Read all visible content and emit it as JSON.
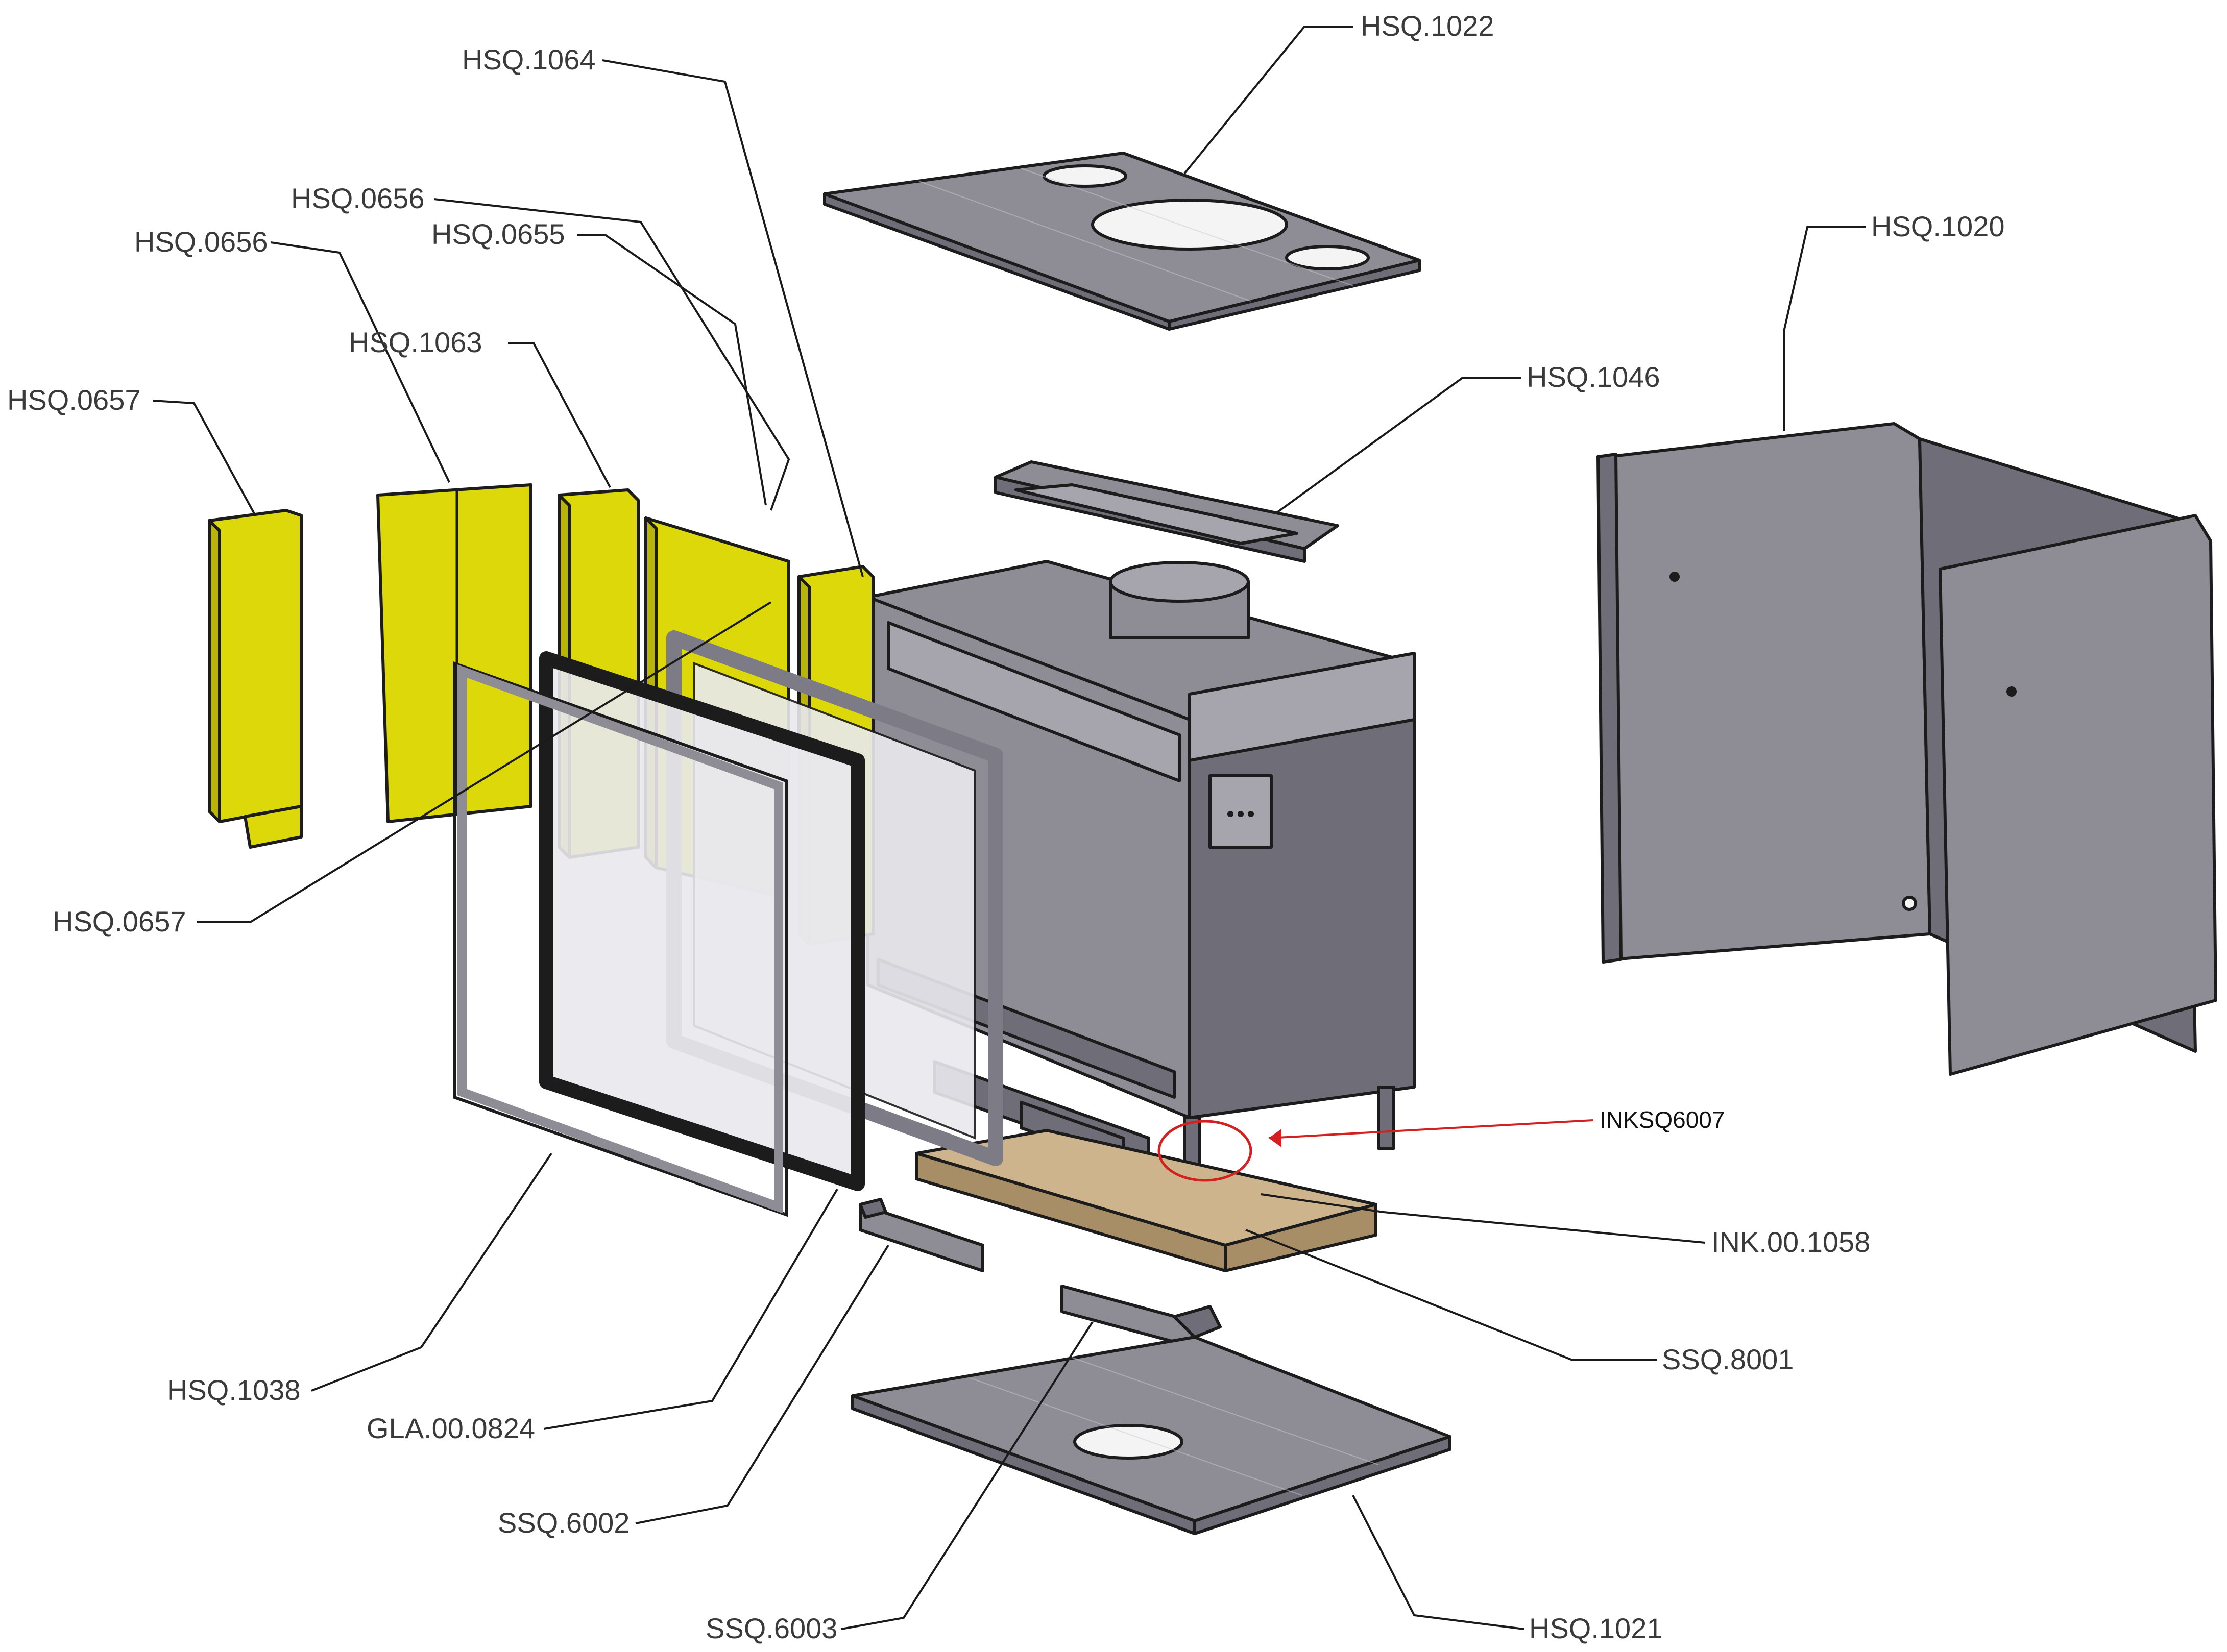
{
  "labels": {
    "hsq1022": "HSQ.1022",
    "hsq1064": "HSQ.1064",
    "hsq1020": "HSQ.1020",
    "hsq0656_a": "HSQ.0656",
    "hsq0656_b": "HSQ.0656",
    "hsq0655": "HSQ.0655",
    "hsq1063": "HSQ.1063",
    "hsq1046": "HSQ.1046",
    "hsq0657_a": "HSQ.0657",
    "hsq0657_b": "HSQ.0657",
    "inksq6007": "INKSQ6007",
    "ink001058": "INK.00.1058",
    "ssq8001": "SSQ.8001",
    "hsq1038": "HSQ.1038",
    "gla000824": "GLA.00.0824",
    "ssq6002": "SSQ.6002",
    "ssq6003": "SSQ.6003",
    "hsq1021": "HSQ.1021"
  },
  "colors": {
    "steel": "#8e8d96",
    "insulation": "#dcd80a",
    "wood": "#cdb48c",
    "highlight": "#d42020"
  }
}
